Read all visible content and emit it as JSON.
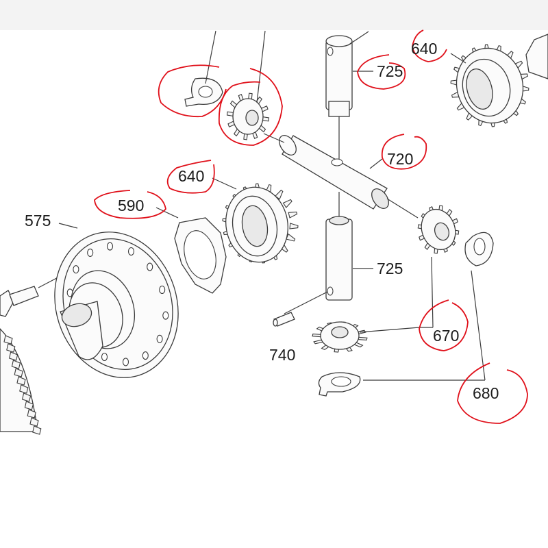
{
  "callouts": {
    "c575": "575",
    "c590": "590",
    "c640_left": "640",
    "c640_right": "640",
    "c670": "670",
    "c680": "680",
    "c720": "720",
    "c725_top": "725",
    "c725_mid": "725",
    "c740": "740"
  },
  "colors": {
    "annotation_red": "#e0101a",
    "line_art": "#3a3a3a",
    "top_bar": "#f3f3f3"
  }
}
